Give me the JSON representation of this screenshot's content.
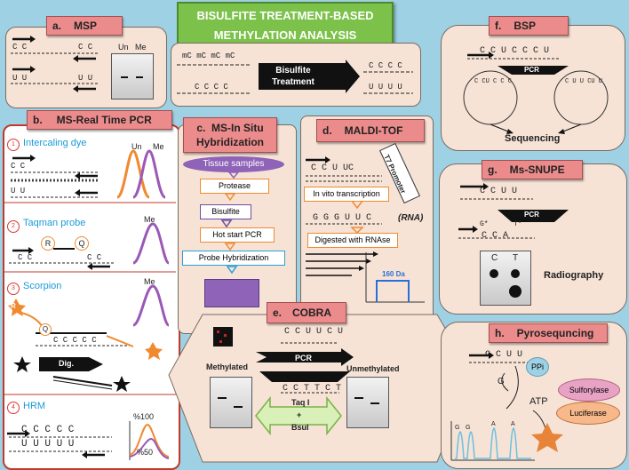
{
  "title": {
    "line1": "BISULFITE TREATMENT-BASED",
    "line2": "METHYLATION ANALYSIS"
  },
  "top_center": {
    "seq1": "mC mC mC mC",
    "seq2": "C C C C",
    "button": "Bisulfite Treatment",
    "seq3": "C C C C",
    "seq4": "U U U U"
  },
  "panel_a": {
    "tag": "a.",
    "tag_label": "MSP",
    "seq_cc1": "C C",
    "seq_cc2": "C C",
    "seq_uu1": "U U",
    "seq_uu2": "U U",
    "lane_un": "Un",
    "lane_me": "Me"
  },
  "panel_b": {
    "tag": "b.",
    "tag_label": "MS-Real Time PCR",
    "s1": {
      "num": "1",
      "title": "Intercaling dye",
      "seq": "C C",
      "seq2": "U U",
      "lbl_un": "Un",
      "lbl_me": "Me"
    },
    "s2": {
      "num": "2",
      "title": "Taqman probe",
      "seq": "C C",
      "seq2": "C C",
      "r": "R",
      "q": "Q",
      "lbl_me": "Me"
    },
    "s3": {
      "num": "3",
      "title": "Scorpion",
      "seq": "C C C C C",
      "r": "R",
      "q": "Q",
      "dig": "Dig.",
      "lbl_me": "Me"
    },
    "s4": {
      "num": "4",
      "title": "HRM",
      "seq": "C C C C C",
      "seq2": "U U U U U",
      "p100": "%100",
      "p50": "%50"
    }
  },
  "panel_c": {
    "tag": "c.",
    "tag_label1": "MS-In Situ",
    "tag_label2": "Hybridization",
    "steps": [
      "Tissue samples",
      "Protease",
      "Bisulfite",
      "Hot start PCR",
      "Probe Hybridization"
    ]
  },
  "panel_d": {
    "tag": "d.",
    "tag_label": "MALDI-TOF",
    "seq": "C C U UC",
    "promoter": "T7 Promoter",
    "box1": "In vito transcription",
    "rna_seq": "G G G U U C",
    "rna": "(RNA)",
    "box2": "Digested with RNAse",
    "peak": "160 Da"
  },
  "panel_e": {
    "tag": "e.",
    "tag_label": "COBRA",
    "seq": "C C U U C U",
    "pcr": "PCR",
    "seq2": "C C T T C T",
    "methylated": "Methylated",
    "unmethylated": "Unmethylated",
    "enzyme1": "Taq I",
    "plus": "+",
    "enzyme2": "BsuI"
  },
  "panel_f": {
    "tag": "f.",
    "tag_label": "BSP",
    "seq": "C C U C C C U",
    "pcr": "PCR",
    "clone1": "C CU C C C",
    "clone2": "C U U CU U",
    "result": "Sequencing"
  },
  "panel_g": {
    "tag": "g.",
    "tag_label": "Ms-SNUPE",
    "seq": "C C U U",
    "pcr": "PCR",
    "seq2": "C C A",
    "g": "G*",
    "t": "T*",
    "lane_c": "C",
    "lane_t": "T",
    "result": "Radiography"
  },
  "panel_h": {
    "tag": "h.",
    "tag_label": "Pyrosequncing",
    "seq": "G C U U",
    "g": "G",
    "ppi": "PPi",
    "atp": "ATP",
    "enzyme1": "Sulforylase",
    "enzyme2": "Luciferase",
    "peaks": [
      "G",
      "G",
      "A",
      "A"
    ]
  }
}
